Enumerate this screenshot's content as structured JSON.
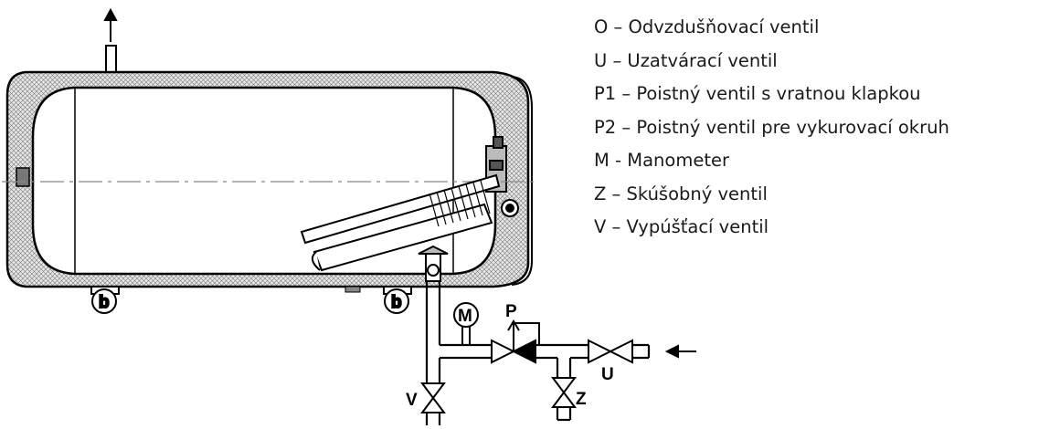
{
  "legend": [
    {
      "code": "O",
      "text": "O – Odvzdušňovací ventil"
    },
    {
      "code": "U",
      "text": "U – Uzatvárací ventil"
    },
    {
      "code": "P1",
      "text": "P1 – Poistný ventil s vratnou klapkou"
    },
    {
      "code": "P2",
      "text": "P2 – Poistný ventil pre vykurovací okruh"
    },
    {
      "code": "M",
      "text": "M - Manometer"
    },
    {
      "code": "Z",
      "text": "Z – Skúšobný ventil"
    },
    {
      "code": "V",
      "text": "V – Vypúšťací ventil"
    }
  ],
  "labels": {
    "manometer": "M",
    "safety_valve": "P",
    "shutoff_valve": "U",
    "test_valve": "Z",
    "drain_valve": "V"
  },
  "colors": {
    "line": "#000000",
    "insulation": "#d4d4d4",
    "background": "#ffffff"
  }
}
